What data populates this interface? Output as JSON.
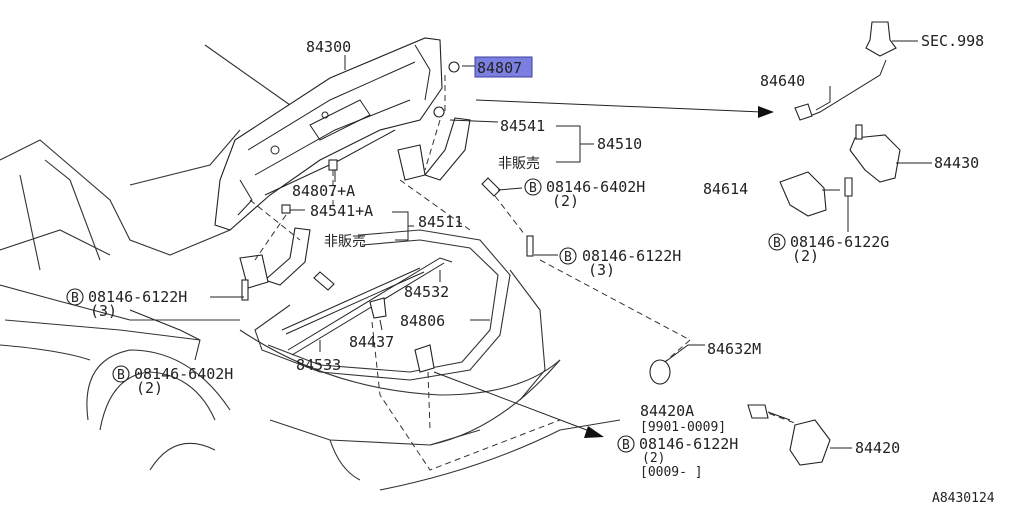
{
  "labels": {
    "p84300": "84300",
    "p84807": "84807",
    "p84807a": "84807+A",
    "p84541": "84541",
    "p84541a": "84541+A",
    "p84510": "84510",
    "p84511": "84511",
    "hanbai1": "非販売",
    "hanbai2": "非販売",
    "bolt_6402_right": "08146-6402H",
    "bolt_6402_right_qty": "(2)",
    "bolt_6122_center": "08146-6122H",
    "bolt_6122_center_qty": "(3)",
    "bolt_6122_left": "08146-6122H",
    "bolt_6122_left_qty": "(3)",
    "bolt_6402_left": "08146-6402H",
    "bolt_6402_left_qty": "(2)",
    "p84532": "84532",
    "p84533": "84533",
    "p84437": "84437",
    "p84806": "84806",
    "p84640": "84640",
    "sec998": "SEC.998",
    "p84430": "84430",
    "p84614": "84614",
    "bolt_6122g": "08146-6122G",
    "bolt_6122g_qty": "(2)",
    "p84632m": "84632M",
    "p84420a": "84420A",
    "range1": "[9901-0009]",
    "bolt_6122_lower": "08146-6122H",
    "bolt_6122_lower_qty": "(2)",
    "range2": "[0009-     ]",
    "p84420": "84420",
    "diagram_id": "A8430124",
    "bolt_marker": "B"
  },
  "highlight": {
    "part": "84807",
    "color": "#7b7fe0"
  }
}
